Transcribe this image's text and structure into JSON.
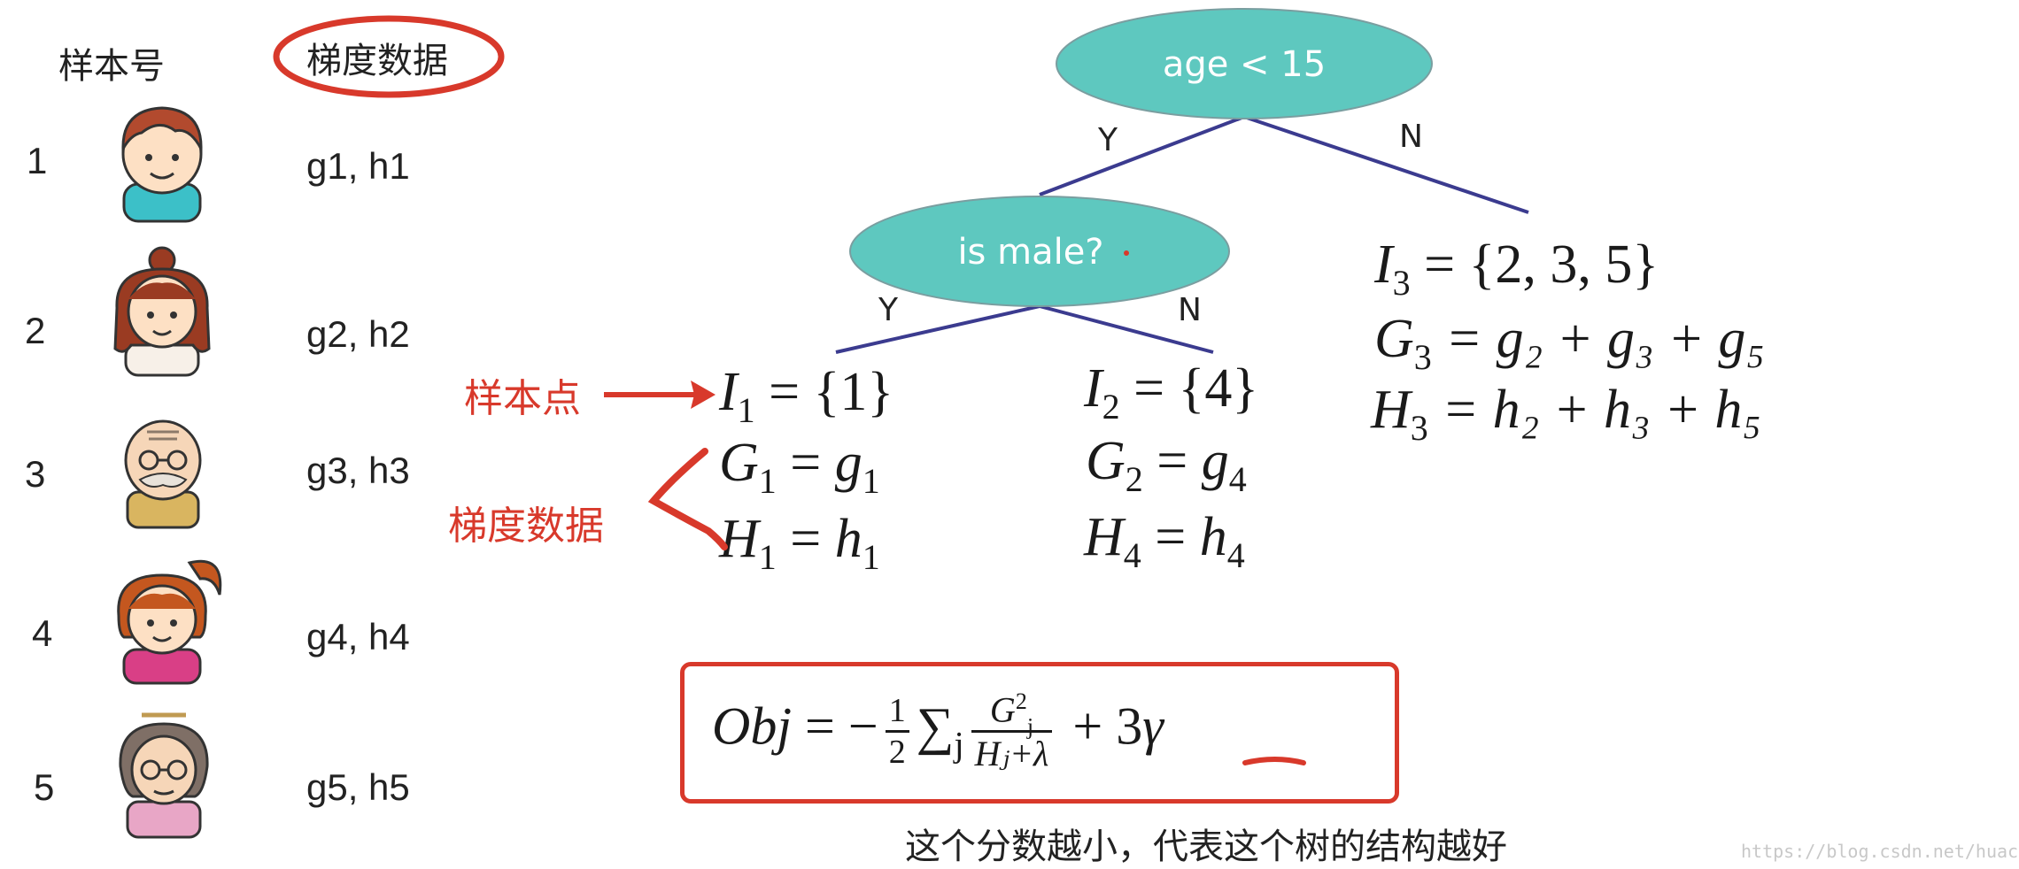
{
  "left_table": {
    "header_sample": "样本号",
    "header_gradient": "梯度数据",
    "rows": [
      {
        "id": "1",
        "gh": "g1, h1",
        "avatar": "boy-icon"
      },
      {
        "id": "2",
        "gh": "g2, h2",
        "avatar": "girl-bun-icon"
      },
      {
        "id": "3",
        "gh": "g3, h3",
        "avatar": "grandpa-icon"
      },
      {
        "id": "4",
        "gh": "g4, h4",
        "avatar": "girl-ponytail-icon"
      },
      {
        "id": "5",
        "gh": "g5, h5",
        "avatar": "grandma-icon"
      }
    ]
  },
  "tree": {
    "root": "age < 15",
    "root_yes": "Y",
    "root_no": "N",
    "child": "is male?",
    "child_yes": "Y",
    "child_no": "N",
    "node_color": "#5ec8bf",
    "edge_color": "#3b3b8f"
  },
  "leaf1": {
    "I": "I",
    "I_sub": "1",
    "I_val": " = {1}",
    "G": "G",
    "G_sub": "1",
    "G_rhs": "g",
    "G_rhs_sub": "1",
    "H": "H",
    "H_sub": "1",
    "H_rhs": "h",
    "H_rhs_sub": "1"
  },
  "leaf2": {
    "I": "I",
    "I_sub": "2",
    "I_val": " = {4}",
    "G": "G",
    "G_sub": "2",
    "G_rhs": "g",
    "G_rhs_sub": "4",
    "H": "H",
    "H_sub": "4",
    "H_rhs": "h",
    "H_rhs_sub": "4"
  },
  "leaf3": {
    "I": "I",
    "I_sub": "3",
    "I_val": " = {2, 3, 5}",
    "G": "G",
    "G_sub": "3",
    "G_rhs": " = g₂ + g₃ + g₅",
    "H": "H",
    "H_sub": "3",
    "H_rhs": " = h₂ + h₃ + h₅"
  },
  "annotations": {
    "sample_point": "样本点",
    "gradient_data": "梯度数据",
    "accent": "#d8392b"
  },
  "formula": {
    "lhs": "Obj",
    "minus": " = −",
    "half_n": "1",
    "half_d": "2",
    "sum": "∑",
    "sum_sub": "j",
    "frac_n": "G",
    "frac_n_sup": "2",
    "frac_n_sub": "j",
    "frac_d": "Hⱼ+λ",
    "plus": " + ",
    "coef": "3",
    "gamma": "γ"
  },
  "caption": "这个分数越小，代表这个树的结构越好",
  "watermark": "https://blog.csdn.net/huacha__"
}
